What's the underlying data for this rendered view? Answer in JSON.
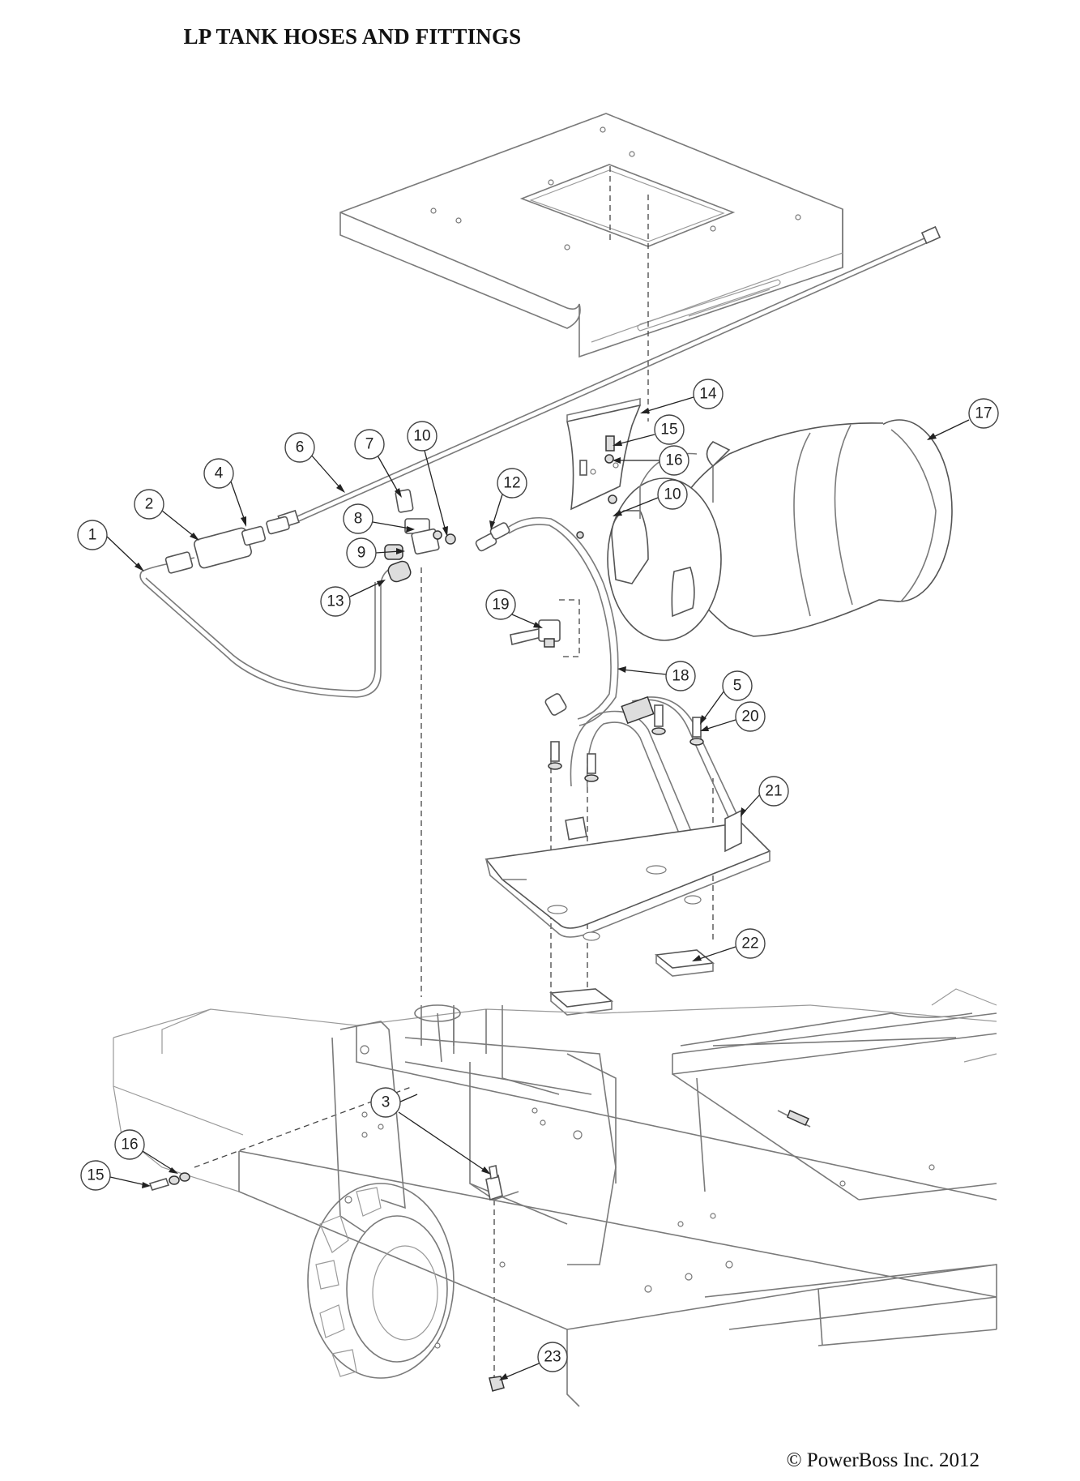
{
  "title": "LP TANK HOSES AND FITTINGS",
  "copyright": "© PowerBoss Inc. 2012",
  "callouts": [
    {
      "id": "c1",
      "label": "1"
    },
    {
      "id": "c2",
      "label": "2"
    },
    {
      "id": "c3",
      "label": "3"
    },
    {
      "id": "c4",
      "label": "4"
    },
    {
      "id": "c5",
      "label": "5"
    },
    {
      "id": "c6",
      "label": "6"
    },
    {
      "id": "c7",
      "label": "7"
    },
    {
      "id": "c8",
      "label": "8"
    },
    {
      "id": "c9",
      "label": "9"
    },
    {
      "id": "c10a",
      "label": "10"
    },
    {
      "id": "c10b",
      "label": "10"
    },
    {
      "id": "c12",
      "label": "12"
    },
    {
      "id": "c13",
      "label": "13"
    },
    {
      "id": "c14",
      "label": "14"
    },
    {
      "id": "c15a",
      "label": "15"
    },
    {
      "id": "c15b",
      "label": "15"
    },
    {
      "id": "c16a",
      "label": "16"
    },
    {
      "id": "c16b",
      "label": "16"
    },
    {
      "id": "c17",
      "label": "17"
    },
    {
      "id": "c18",
      "label": "18"
    },
    {
      "id": "c19",
      "label": "19"
    },
    {
      "id": "c20",
      "label": "20"
    },
    {
      "id": "c21",
      "label": "21"
    },
    {
      "id": "c22",
      "label": "22"
    },
    {
      "id": "c23",
      "label": "23"
    }
  ]
}
